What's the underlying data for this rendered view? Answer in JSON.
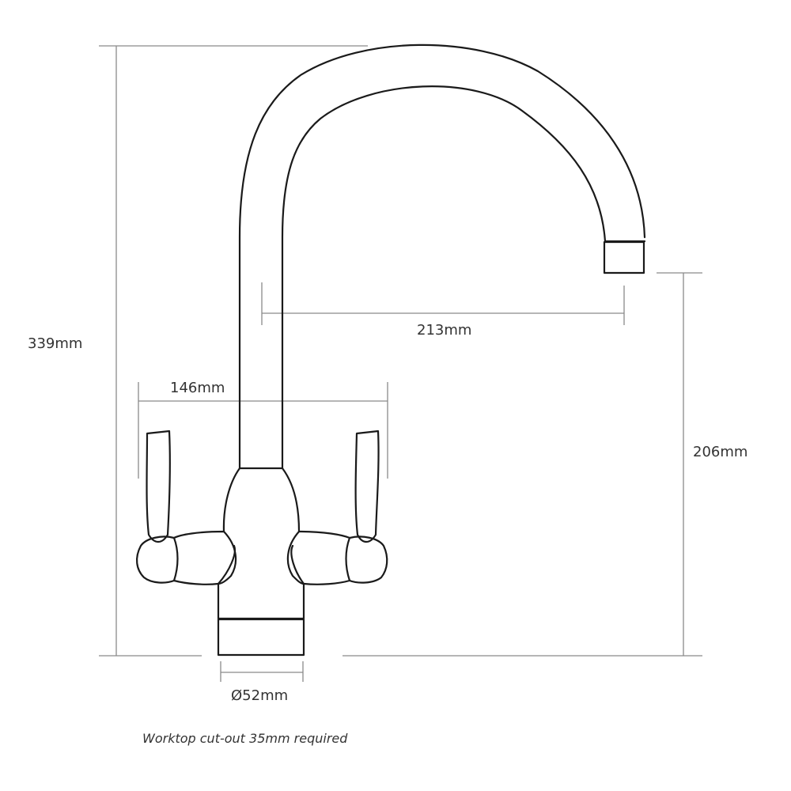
{
  "dimensions": {
    "overall_height": "339mm",
    "spout_reach": "213mm",
    "handle_span": "146mm",
    "spout_height": "206mm",
    "base_diameter": "Ø52mm"
  },
  "note": "Worktop cut-out 35mm required",
  "colors": {
    "outline": "#1a1a1a",
    "dimension_line": "#8a8a8a",
    "text": "#333333"
  }
}
